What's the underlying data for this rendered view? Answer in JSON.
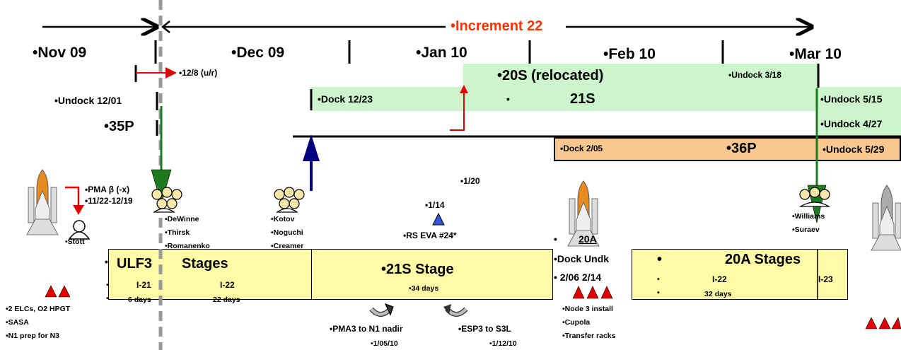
{
  "months": [
    "•Nov 09",
    "•Dec 09",
    "•Jan 10",
    "•Feb 10",
    "•Mar 10"
  ],
  "increment": "•Increment 22",
  "events": {
    "u_r": "•12/8 (u/r)",
    "undock_1201": "•Undock 12/01",
    "p35": "•35P",
    "s20_reloc": "•20S (relocated)",
    "undock_318": "•Undock 3/18",
    "dock_1223": "•Dock 12/23",
    "s21_bullet": "•",
    "s21": "21S",
    "undock_515": "•Undock 5/15",
    "undock_427": "•Undock 4/27",
    "dock_205": "•Dock 2/05",
    "p36": "•36P",
    "undock_529": "•Undock 5/29",
    "d120": "•1/20",
    "pma_b": "•PMA β (-x)",
    "pma_dates": "•11/22-12/19",
    "stott": "•Stott",
    "crew1": [
      "•DeWinne",
      "•Thirsk",
      "•Romanenko"
    ],
    "crew2": [
      "•Kotov",
      "•Noguchi",
      "•Creamer"
    ],
    "crew3": [
      "•Williams",
      "•Suraev"
    ],
    "d114": "•1/14",
    "rs_eva": "•RS EVA #24*",
    "a20_bullet": "•",
    "a20": "20A",
    "dock_undk_label": "•Dock  Undk",
    "dock_undk_dates": "• 2/06   2/14",
    "ulf3": "ULF3",
    "stages": "Stages",
    "ulf_bullet": "•",
    "ulf_i21": "I-21",
    "ulf_i21_bullet": "•",
    "ulf_6days": "6 days",
    "ulf_6days_bullet": "•",
    "ulf_i22": "I-22",
    "ulf_22days": "22 days",
    "s21_stage": "•21S Stage",
    "s21_days": "•34 days",
    "a20_stages_bullet": "•",
    "a20_stages": "20A Stages",
    "a20_i22_bullet": "•",
    "a20_i22": "I-22",
    "a20_i23": "I-23",
    "a20_days_bullet": "•",
    "a20_days": "32 days",
    "elcs": "•2 ELCs, O2 HPGT",
    "sasa": "•SASA",
    "n1prep": "•N1 prep for N3",
    "pma3": "•PMA3 to N1 nadir",
    "pma3_date": "•1/05/10",
    "esp3": "•ESP3 to S3L",
    "esp3_date": "•1/12/10",
    "node3": "•Node 3 install",
    "cupola": "•Cupola",
    "racks": "•Transfer racks"
  },
  "colors": {
    "green_band": "#ccf5cc",
    "orange_band": "#f9c890",
    "yellow_box": "#fffaa5",
    "red": "#e00000",
    "increment_text": "#ff3300",
    "navy": "#000080",
    "green_arrow": "#1e7a1e",
    "blue_triangle": "#3355dd"
  },
  "icons": [
    "shuttle-icon",
    "crew-icon",
    "curved-arrow-icon",
    "red-triangle-icon",
    "blue-triangle-icon"
  ]
}
